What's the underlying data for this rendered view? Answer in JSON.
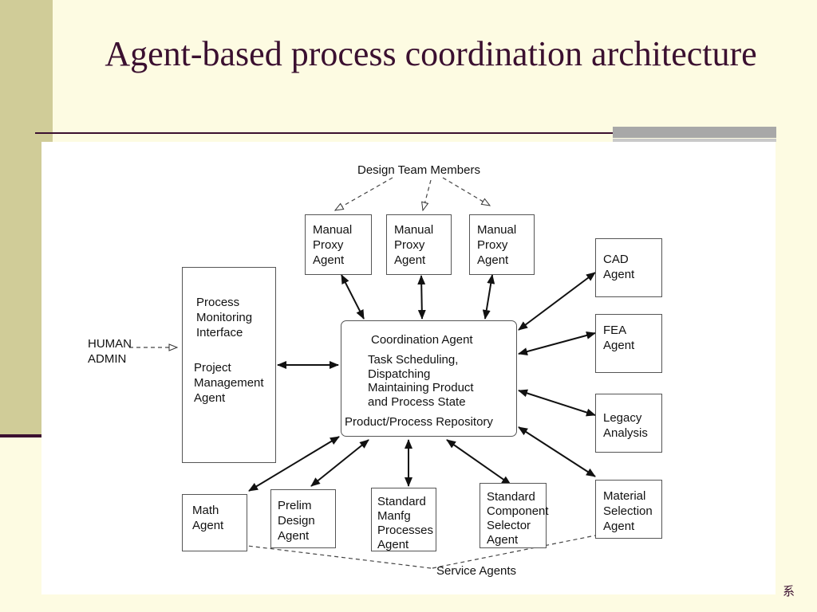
{
  "slide": {
    "title": "Agent-based process coordination architecture",
    "footer": "系"
  },
  "diagram": {
    "design_team": "Design Team Members",
    "manual_proxy_1": "Manual\nProxy\nAgent",
    "manual_proxy_2": "Manual\nProxy\nAgent",
    "manual_proxy_3": "Manual\nProxy\nAgent",
    "process_monitoring": "Process\nMonitoring\nInterface",
    "project_management": "Project\nManagement\nAgent",
    "human_admin": "HUMAN\nADMIN",
    "coordination_title": "Coordination Agent",
    "coordination_tasks": "Task Scheduling,\nDispatching\nMaintaining Product\nand Process State",
    "coordination_repo": "Product/Process Repository",
    "cad": "CAD\nAgent",
    "fea": "FEA\nAgent",
    "legacy": "Legacy\nAnalysis",
    "material": "Material\nSelection\nAgent",
    "math": "Math\nAgent",
    "prelim": "Prelim\nDesign\nAgent",
    "std_manfg": "Standard\nManfg\nProcesses\nAgent",
    "std_component": "Standard\nComponent\nSelector\nAgent",
    "service_agents": "Service Agents"
  }
}
